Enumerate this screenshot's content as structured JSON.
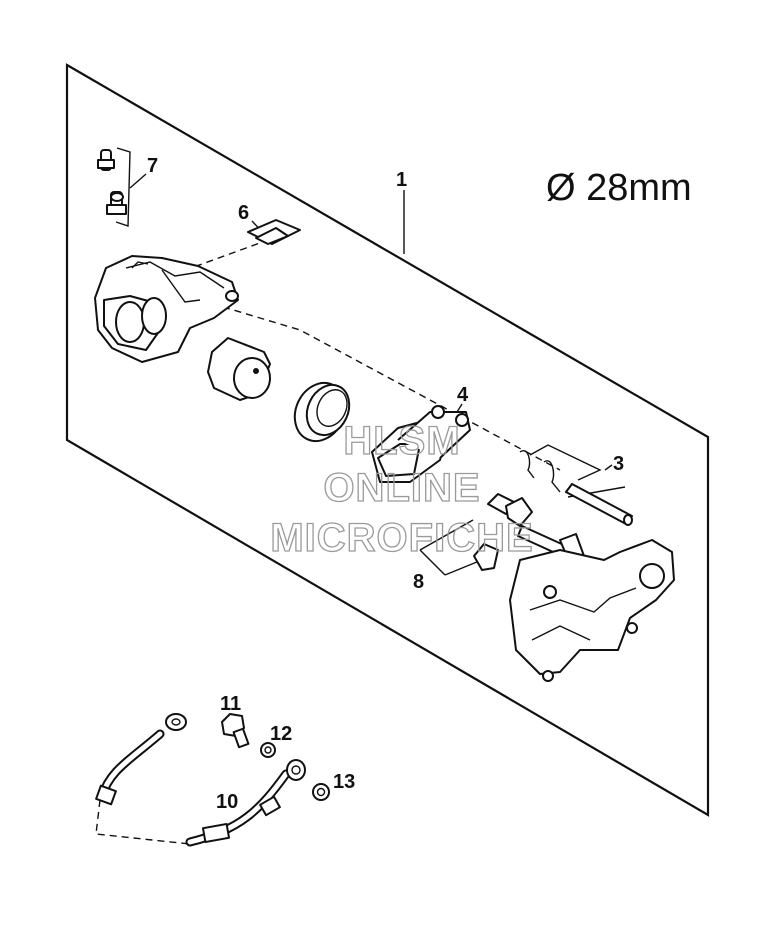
{
  "diagram": {
    "spec_text": "Ø 28mm",
    "labels": {
      "p1": "1",
      "p3": "3",
      "p4": "4",
      "p6": "6",
      "p7": "7",
      "p8": "8",
      "p10": "10",
      "p11": "11",
      "p12": "12",
      "p13": "13"
    },
    "watermark": {
      "line1": "HLSM",
      "line2": "ONLINE",
      "line3": "MICROFICHE"
    }
  }
}
